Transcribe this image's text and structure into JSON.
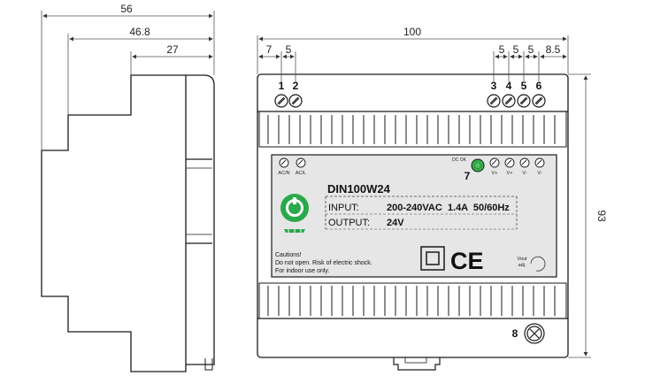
{
  "dimensions": {
    "side_total": "56",
    "side_mid": "46.8",
    "side_inner": "27",
    "front_width": "100",
    "front_left_a": "7",
    "front_left_b": "5",
    "front_right_a": "5",
    "front_right_b": "5",
    "front_right_c": "5",
    "front_right_d": "8.5",
    "front_height": "93"
  },
  "terminals": {
    "top_left": [
      "1",
      "2"
    ],
    "top_right": [
      "3",
      "4",
      "5",
      "6"
    ],
    "adjust_callout": "7",
    "ground_callout": "8"
  },
  "label": {
    "model": "DIN100W24",
    "input_key": "INPUT:",
    "input_value": "200-240VAC  1.4A  50/60Hz",
    "output_key": "OUTPUT:",
    "output_value": "24V",
    "caution_1": "Cautions!",
    "caution_2": "Do not open. Risk of electric shock.",
    "caution_3": "For indoor use only.",
    "term_left": [
      "AC/N",
      "AC/L"
    ],
    "term_right": [
      "V+",
      "V+",
      "V-",
      "V-"
    ],
    "dc_ok": "DC OK",
    "ce_mark": "CE",
    "vout_1": "Vout",
    "vout_2": "adj."
  },
  "colors": {
    "line": "#1a1a1a",
    "dim": "#555555",
    "label_bg": "#e6e6e6",
    "brand_green": "#2aa84a",
    "led_green": "#35b04a"
  }
}
